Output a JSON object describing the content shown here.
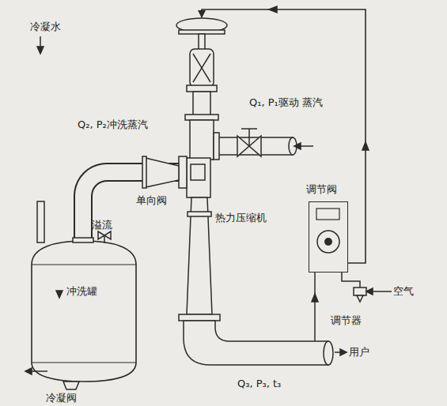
{
  "diagram": {
    "nodes": [
      {
        "text": [
          "冲洗罐"
        ]
      },
      {
        "text": [
          "热力压缩机"
        ]
      },
      {
        "text": [
          "调节阀"
        ]
      }
    ],
    "edges": [
      {
        "from": 0,
        "to": 1,
        "arrow": "none"
      },
      {
        "from": 2,
        "to": 1,
        "arrow": "to"
      }
    ],
    "labels": [
      "Q₂, P₂冲洗蒸汽",
      "Q₁, P₁驱动 蒸汽",
      "冷凝水",
      "溢流",
      "单向阀",
      "空气",
      "调节器",
      "用户",
      "Q₃, P₃, t₃",
      "冷凝阀"
    ]
  }
}
